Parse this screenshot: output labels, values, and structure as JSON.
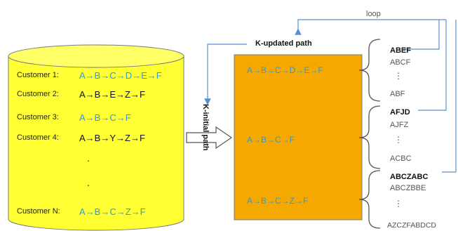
{
  "colors": {
    "cylinder_fill": "#ffff33",
    "cylinder_top": "#ffff66",
    "box_fill": "#f5a800",
    "path_blue": "#2e9bd6",
    "path_dark": "#111111",
    "label_dark": "#222222",
    "seq_gray": "#555555",
    "loop_line": "#5b8fd1"
  },
  "database": {
    "customers": [
      {
        "label": "Customer 1:",
        "path": "A→B→C→D→E→F",
        "highlight": true
      },
      {
        "label": "Customer 2:",
        "path": "A→B→E→Z→F",
        "highlight": false
      },
      {
        "label": "Customer 3:",
        "path": "A→B→C→F",
        "highlight": true
      },
      {
        "label": "Customer 4:",
        "path": "A→B→Y→Z→F",
        "highlight": false
      },
      {
        "label": "Customer N:",
        "path": "A→B→C→Z→F",
        "highlight": true
      }
    ],
    "ellipsis_dots": [
      ".",
      "."
    ]
  },
  "k_initial_label": "K-initial path",
  "k_updated_label": "K-updated path",
  "loop_label": "loop",
  "box_paths": [
    "A→B→C→D→E→F",
    "A→B→C→F",
    "A→B→C→Z→F"
  ],
  "sequence_groups": [
    {
      "items": [
        "ABEF",
        "ABCF",
        "⋮",
        "ABF"
      ],
      "bold_first": true
    },
    {
      "items": [
        "AFJD",
        "AJFZ",
        "⋮",
        "ACBC"
      ],
      "bold_first": true
    },
    {
      "items": [
        "ABCZABC",
        "ABCZBBE",
        "⋮",
        "AZCZFABDCD"
      ],
      "bold_first": true
    }
  ]
}
